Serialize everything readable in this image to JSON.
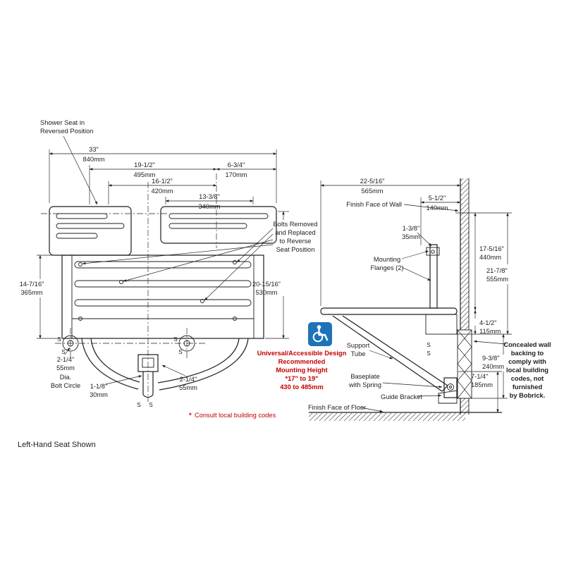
{
  "page": {
    "caption": "Left-Hand Seat Shown"
  },
  "marker": {
    "s": "S"
  },
  "colors": {
    "red": "#c40000",
    "blue": "#1f72b8"
  },
  "front": {
    "labels": {
      "seat_note": [
        "Shower Seat in",
        "Reversed Position"
      ],
      "bolts_note": [
        "Bolts Removed",
        "and Replaced",
        "to Reverse",
        "Seat Position"
      ],
      "bolt_circle_note": [
        "2-1/4\"",
        "55mm",
        "Dia.",
        "Bolt Circle"
      ],
      "consult_star": "*",
      "consult_note": "Consult local building codes"
    },
    "dims": {
      "overall_width": {
        "in": "33\"",
        "mm": "840mm"
      },
      "left_span": {
        "in": "19-1/2\"",
        "mm": "495mm"
      },
      "right_span": {
        "in": "6-3/4\"",
        "mm": "170mm"
      },
      "inner_span": {
        "in": "16-1/2\"",
        "mm": "420mm"
      },
      "slot_span": {
        "in": "13-3/8\"",
        "mm": "340mm"
      },
      "seat_height": {
        "in": "14-7/16\"",
        "mm": "365mm"
      },
      "overall_height": {
        "in": "20-15/16\"",
        "mm": "530mm"
      },
      "post_width": {
        "in": "1-1/8\"",
        "mm": "30mm"
      },
      "post_offset": {
        "in": "2-1/4\"",
        "mm": "55mm"
      }
    }
  },
  "ada": {
    "lines": [
      "Universal/Accessible Design",
      "Recommended",
      "Mounting Height",
      "*17\" to 19\"",
      "430 to 485mm"
    ]
  },
  "side": {
    "labels": {
      "finish_wall": "Finish Face of Wall",
      "flanges": [
        "Mounting",
        "Flanges (2)"
      ],
      "support_tube": [
        "Support",
        "Tube"
      ],
      "baseplate": [
        "Baseplate",
        "with Spring"
      ],
      "guide_bracket": "Guide Bracket",
      "finish_floor": "Finish Face of Floor",
      "concealed": [
        "Concealed wall",
        "backing to",
        "comply with",
        "local building",
        "codes, not",
        "furnished",
        "by Bobrick."
      ]
    },
    "dims": {
      "depth": {
        "in": "22-5/16\"",
        "mm": "565mm"
      },
      "flange_depth": {
        "in": "5-1/2\"",
        "mm": "140mm"
      },
      "flange_width": {
        "in": "1-3/8\"",
        "mm": "35mm"
      },
      "wall_height": {
        "in": "17-5/16\"",
        "mm": "440mm"
      },
      "overall_height": {
        "in": "21-7/8\"",
        "mm": "555mm"
      },
      "frame_depth": {
        "in": "4-1/2\"",
        "mm": "115mm"
      },
      "backing_height": {
        "in": "9-3/8\"",
        "mm": "240mm"
      },
      "floor_height": {
        "in": "7-1/4\"",
        "mm": "185mm"
      }
    }
  }
}
